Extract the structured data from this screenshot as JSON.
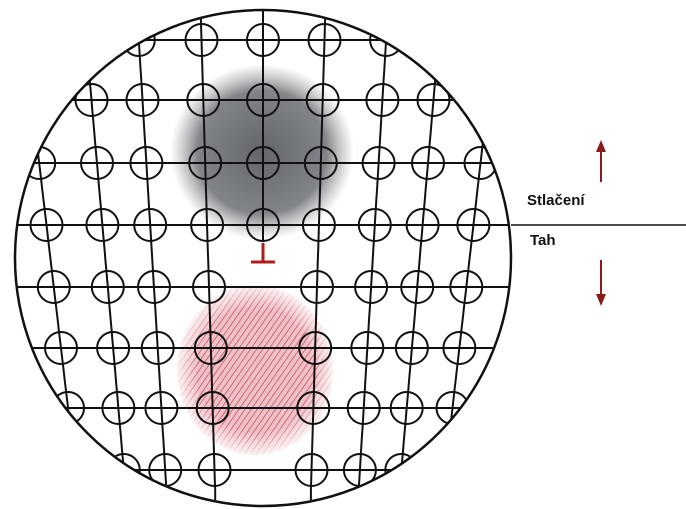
{
  "labels": {
    "compression": "Stlačení",
    "tension": "Tah"
  },
  "colors": {
    "grid": "#111111",
    "compression_zone": "#5a5e62",
    "tension_zone": "#d98a96",
    "arrow": "#8b1a1a",
    "dislocation": "#b01c1c"
  },
  "icons": {
    "up_arrow": "arrow-up-icon",
    "down_arrow": "arrow-down-icon",
    "dislocation": "edge-dislocation-symbol"
  }
}
